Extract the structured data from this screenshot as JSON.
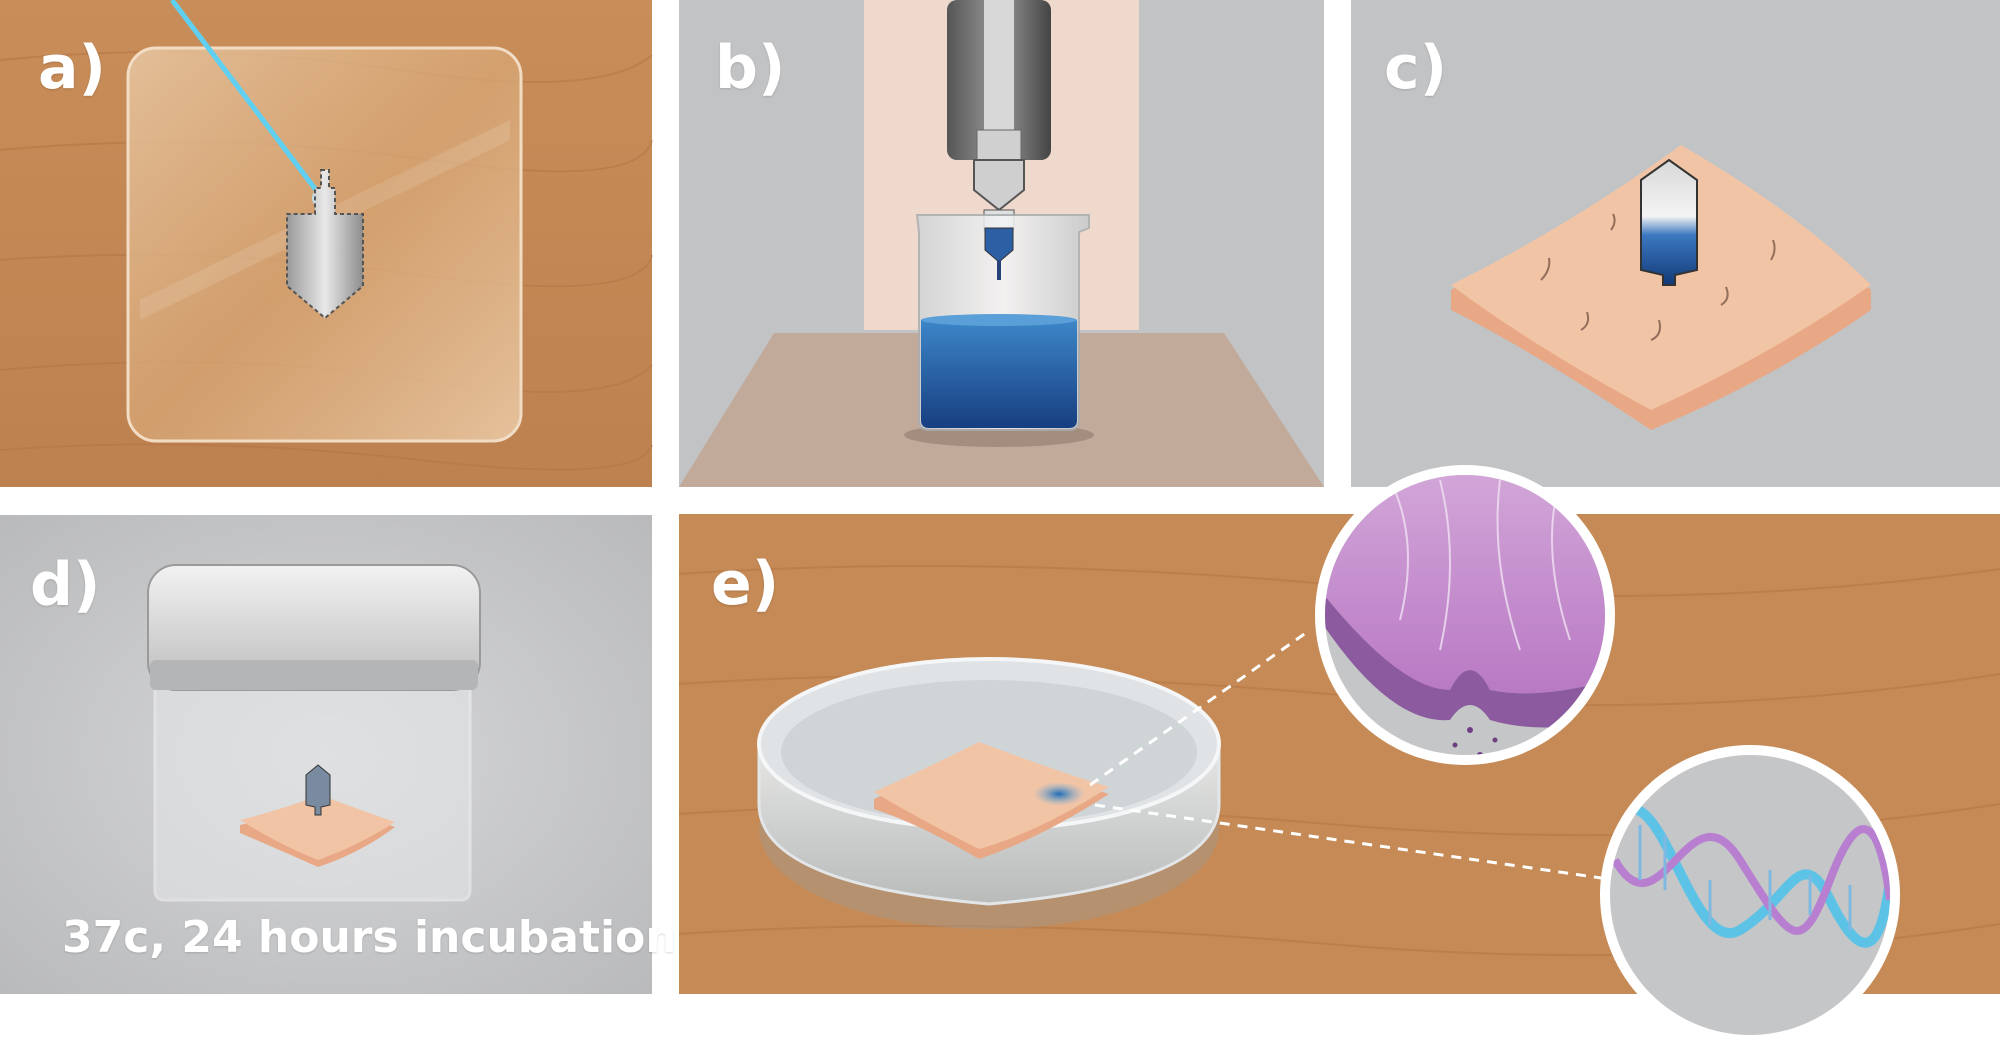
{
  "panels": {
    "a": {
      "label": "a)"
    },
    "b": {
      "label": "b)"
    },
    "c": {
      "label": "c)"
    },
    "d": {
      "label": "d)",
      "caption": "37c, 24 hours incubation"
    },
    "e": {
      "label": "e)"
    }
  },
  "colors": {
    "wood": "#c58a55",
    "wood_grain": "#b5773f",
    "gray_bg": "#c2c3c5",
    "gray_bg_d": "#cacbcd",
    "skin": "#f2c4a6",
    "skin_edge": "#e8a885",
    "blue_liquid": "#1f5fa8",
    "purple_tissue": "#c98fcf",
    "dna_blue": "#5cc3e6",
    "dna_purple": "#b87fd1",
    "laser": "#5fd0f2"
  },
  "icons": [
    "laser-beam-icon",
    "microneedle-icon",
    "beaker-icon",
    "skin-patch-icon",
    "incubation-box-icon",
    "petri-dish-icon",
    "tissue-magnifier-icon",
    "dna-helix-icon"
  ]
}
